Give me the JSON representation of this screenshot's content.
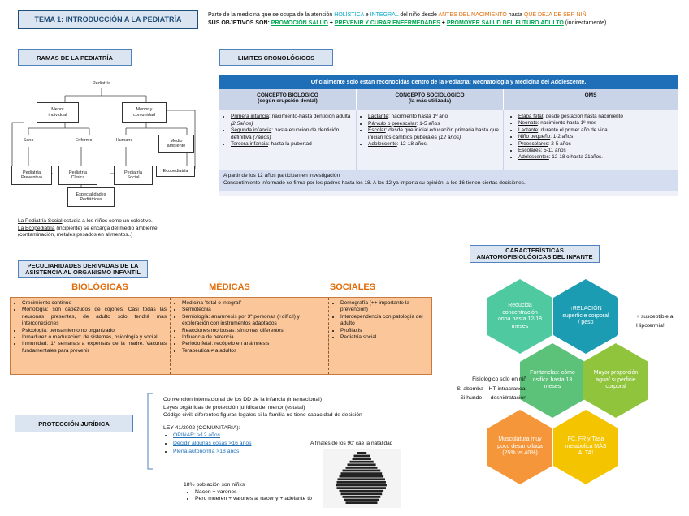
{
  "title": "TEMA 1: INTRODUCCIÓN A LA PEDIATRÍA",
  "intro": {
    "l1_a": "Parte de la medicina que se ocupa de la atención ",
    "l1_holistica": "HOLÍSTICA",
    "l1_e": " e ",
    "l1_integral": "INTEGRAL",
    "l1_b": " del niño desde ",
    "l1_antes": "ANTES DEL NACIMIENTO",
    "l1_hasta": " hasta ",
    "l1_quedeja": "QUE DEJA DE SER NIÑ",
    "l2_a": "SUS OBJETIVOS SON: ",
    "l2_promocion": "PROMOCIÓN SALUD",
    "l2_p1": " + ",
    "l2_prevenir": "PREVENIR Y CURAR ENFERMEDADES",
    "l2_p2": " + ",
    "l2_promover": "PROMOVER SALUD DEL FUTURO ADULTO",
    "l2_end": " (indirectamente)"
  },
  "ramas": {
    "header": "RAMAS DE LA PEDIATRÍA",
    "tree": {
      "pediatria": "Pediatría",
      "menor_individual": "Menor\nindividual",
      "menor_comunidad": "Menor y\ncomunidad",
      "sano": "Sano",
      "enfermo": "Enfermo",
      "humano": "Humano",
      "medio": "Medio\nambiente",
      "preventiva": "Pediatría\nPreventiva",
      "clinica": "Pediatría\nClínica",
      "social": "Pediatría\nSocial",
      "ecopediatria": "Ecopediatría",
      "especialidades": "Especialidades\nPediátricas"
    },
    "note1_u": "La Pediatría Social",
    "note1": " estudia a los niños como un colectivo.",
    "note2_u": "La Ecopediatría",
    "note2": " (incipiente) se encarga del medio ambiente",
    "note3": "(contaminación, metales pesados en alimentos..)"
  },
  "limites": {
    "header": "LIMITES CRONOLÓGICOS",
    "banner": "Oficialmente solo están reconocidas dentro de la Pediatría:  Neonatología y Medicina del Adolescente.",
    "col1_h1": "CONCEPTO BIOLÓGICO",
    "col1_h2": "(según erupción dental)",
    "col2_h1": "CONCEPTO SOCIOLÓGICO",
    "col2_h2": "(la más utilizada)",
    "col3_h1": "OMS",
    "col1": [
      {
        "u": "Primera infancia",
        "t": ": nacimiento-hasta dentición adulta ",
        "i": "(2,5años)"
      },
      {
        "u": "Segunda infancia",
        "t": ": hasta erupción de dentición definitiva ",
        "i": "(7años)"
      },
      {
        "u": "Tercera infancia",
        "t": ": hasta la pubertad",
        "i": ""
      }
    ],
    "col2": [
      {
        "u": "Lactante",
        "t": ": nacimiento hasta 1º año",
        "i": ""
      },
      {
        "u": "Párvulo o preescolar",
        "t": ": 1-5 años",
        "i": ""
      },
      {
        "u": "Escolar",
        "t": ": desde que inicial educación primaria hasta que inician los cambios puberales ",
        "i": "(12 años)"
      },
      {
        "u": "Adolescente",
        "t": ": 12-18 años,",
        "i": ""
      }
    ],
    "col3": [
      {
        "u": "Etapa fetal",
        "t": ": desde gestación hasta nacimiento"
      },
      {
        "u": "Neonato",
        "t": ": nacimiento hasta 1º mes"
      },
      {
        "u": "Lactante",
        "t": ": durante el primer año de vida"
      },
      {
        "u": "Niño pequeño",
        "t": ": 1-2 años"
      },
      {
        "u": "Preescolares",
        "t": ": 2-5 años"
      },
      {
        "u": "Escolares",
        "t": ": 5-11 años"
      },
      {
        "u": "Adolescentes",
        "t": ": 12-18 o hasta 21años."
      }
    ],
    "foot1": "A partir de los 12 años participan en investigación",
    "foot2": "Consentimiento informado se firma por los padres hasta los 18. A los 12 ya importa su opinión, a los 16 tienen ciertas decisiones."
  },
  "peculiaridades": {
    "header": "PECULIARIDADES DERIVADAS DE LA ASISTENCIA AL ORGANISMO INFANTIL",
    "h_bio": "BIOLÓGICAS",
    "h_med": "MÉDICAS",
    "h_soc": "SOCIALES",
    "bio": [
      "Crecimiento continuo",
      "Morfología: son cabezudos de cojones. Casi todas las neuronas presentes, de adulto solo tendrá mas interconexiones",
      "Psicología: pensamiento no organizado",
      "Inmadurez o maduración: de sistemas, psicología y social",
      "Inmunidad: 1º semanas a expensas de la madre. Vacunas fundamentales para prevenir"
    ],
    "med": [
      "Medicina \"total o integral\"",
      "Semiotecnia",
      "Semiología: anámnesis por 3ª personas (+difícil) y exploración con instrumentos adaptados",
      "Reacciones morbosas: síntomas diferentes!",
      "Influencia de herencia",
      "Periodo fetal: recógelo en anámnesis",
      "Terapeutica ≠ a adultos"
    ],
    "soc": [
      "Demografía (++ importante la prevención)",
      "Interdependencia con patología del adulto",
      "Profilaxis",
      "Pediatría social"
    ]
  },
  "proteccion": {
    "header": "PROTECCIÓN JURÍDICA",
    "l1": "Convención internacional de los DD de la infancia (internacional)",
    "l2": "Leyes orgánicas de protección jurídica del menor (estatal)",
    "l3": "Código civil: diferentes figuras legales si la familia no tiene capacidad de decisión",
    "ley": "LEY 41/2002 (COMUNITARIA):",
    "items": [
      "OPINAR:  >12 años",
      "Decidir algunas cosas >16 años",
      "Plena autonomía  >18 años"
    ]
  },
  "poblacion": {
    "caption": "A finales de los 90' cae la natalidad",
    "pct": "18% población son niñxs",
    "items": [
      "Nacen + varones",
      "Pero mueren + varones al nacer y + adelante tb"
    ]
  },
  "caracteristicas": {
    "header": "CARACTERÍSTICAS ANATOMOFISIOLÓGICAS DEL INFANTE",
    "hexes": [
      {
        "text": "Reducida concentración orina hasta 12/18 meses",
        "color": "#4fcaa0"
      },
      {
        "text": "↑RELACIÓN superficie corporal / peso",
        "color": "#1b9cb3"
      },
      {
        "text": "Fontanelas: cómo osifica hasta 18 meses",
        "color": "#5cc27a"
      },
      {
        "text": "Mayor proporción agua/ superficie corporal",
        "color": "#8fc43c"
      },
      {
        "text": "Musculatura muy poco desarrollada (25% vs 40%)",
        "color": "#f5963a"
      },
      {
        "text": "FC, FR y  Tasa metabólica MÁS ALTA!",
        "color": "#f5c400"
      }
    ],
    "side_right": "+ susceptible a Hipotermia!",
    "side_left1": "Fisiológico solo en niñ",
    "side_left2": "Si abomba→HT intracraneal",
    "side_left3": "Si hunde → deshidratación"
  }
}
